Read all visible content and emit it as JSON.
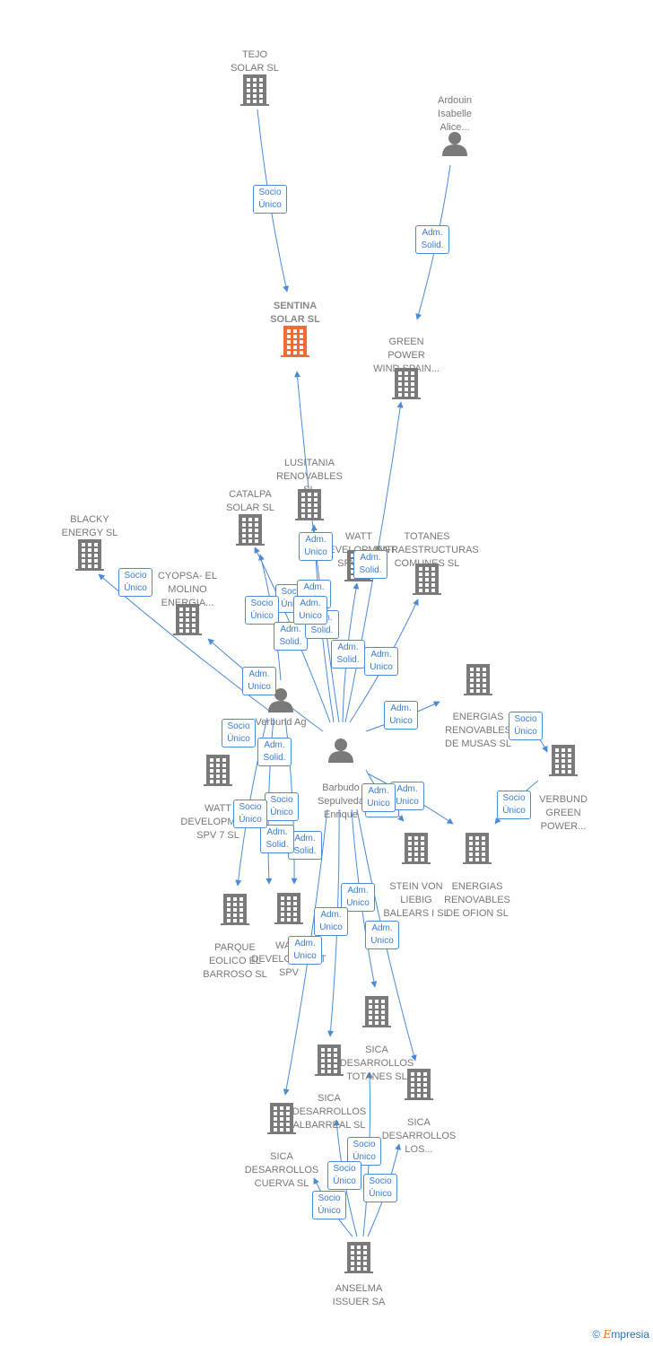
{
  "nodes": [
    {
      "id": "tejo",
      "label": "TEJO\nSOLAR  SL",
      "type": "company"
    },
    {
      "id": "ardouin",
      "label": "Ardouin\nIsabelle\nAlice...",
      "type": "person"
    },
    {
      "id": "sentina",
      "label": "SENTINA\nSOLAR  SL",
      "type": "company",
      "focus": true
    },
    {
      "id": "green",
      "label": "GREEN\nPOWER\nWIND SPAIN...",
      "type": "company"
    },
    {
      "id": "lusitania",
      "label": "LUSITANIA\nRENOVABLES\nSL",
      "type": "company"
    },
    {
      "id": "catalpa",
      "label": "CATALPA\nSOLAR  SL",
      "type": "company"
    },
    {
      "id": "blacky",
      "label": "BLACKY\nENERGY  SL",
      "type": "company"
    },
    {
      "id": "watt5",
      "label": "WATT\nDEVELOPMENT\nSPV 5  SL",
      "type": "company"
    },
    {
      "id": "totanes_inf",
      "label": "TOTANES\nINFRAESTRUCTURAS\nCOMUNES  SL",
      "type": "company"
    },
    {
      "id": "cyopsa",
      "label": "CYOPSA- EL\nMOLINO\nENERGIA...",
      "type": "company"
    },
    {
      "id": "verbund_ag",
      "label": "Verbund Ag",
      "type": "person"
    },
    {
      "id": "musas",
      "label": "ENERGIAS\nRENOVABLES\nDE MUSAS  SL",
      "type": "company"
    },
    {
      "id": "barbudo",
      "label": "Barbudo\nSepulveda\nEnrique",
      "type": "person"
    },
    {
      "id": "verbund_gp",
      "label": "VERBUND\nGREEN\nPOWER...",
      "type": "company"
    },
    {
      "id": "watt7",
      "label": "WATT\nDEVELOPMENT\nSPV 7  SL",
      "type": "company"
    },
    {
      "id": "stein",
      "label": "STEIN VON\nLIEBIG\nBALEARS I SL",
      "type": "company"
    },
    {
      "id": "ofion",
      "label": "ENERGIAS\nRENOVABLES\nDE OFION  SL",
      "type": "company"
    },
    {
      "id": "parque",
      "label": "PARQUE\nEOLICO EL\nBARROSO  SL",
      "type": "company"
    },
    {
      "id": "watt_spv",
      "label": "WATT\nDEVELOPMENT\nSPV",
      "type": "company"
    },
    {
      "id": "sica_tot",
      "label": "SICA\nDESARROLLOS\nTOTANES  SL",
      "type": "company"
    },
    {
      "id": "sica_alb",
      "label": "SICA\nDESARROLLOS\nALBARREAL SL",
      "type": "company"
    },
    {
      "id": "sica_los",
      "label": "SICA\nDESARROLLOS\nLOS...",
      "type": "company"
    },
    {
      "id": "sica_cue",
      "label": "SICA\nDESARROLLOS\nCUERVA SL",
      "type": "company"
    },
    {
      "id": "anselma",
      "label": "ANSELMA\nISSUER SA",
      "type": "company"
    }
  ],
  "edges": [
    {
      "from": "tejo",
      "to": "sentina",
      "label": "Socio\nÚnico"
    },
    {
      "from": "ardouin",
      "to": "green",
      "label": "Adm.\nSolid."
    },
    {
      "from": "barbudo",
      "to": "sentina",
      "label": "Adm.\nUnico"
    },
    {
      "from": "barbudo",
      "to": "green",
      "label": "Adm.\nSolid."
    },
    {
      "from": "barbudo",
      "to": "lusitania",
      "label": "Socio\nÚnico"
    },
    {
      "from": "barbudo",
      "to": "catalpa",
      "label": "Socio\nÚnico"
    },
    {
      "from": "barbudo",
      "to": "watt5",
      "label": "Adm.\nSolid."
    },
    {
      "from": "barbudo",
      "to": "totanes_inf",
      "label": "Adm.\nUnico"
    },
    {
      "from": "barbudo",
      "to": "cyopsa",
      "label": "Adm.\nUnico"
    },
    {
      "from": "barbudo",
      "to": "musas",
      "label": "Adm.\nUnico"
    },
    {
      "from": "barbudo",
      "to": "stein",
      "label": "Adm.\nUnico"
    },
    {
      "from": "barbudo",
      "to": "ofion",
      "label": "Adm.\nUnico"
    },
    {
      "from": "barbudo",
      "to": "sica_tot",
      "label": "Adm.\nUnico"
    },
    {
      "from": "barbudo",
      "to": "sica_alb",
      "label": "Adm.\nUnico"
    },
    {
      "from": "barbudo",
      "to": "sica_los",
      "label": "Adm.\nUnico"
    },
    {
      "from": "barbudo",
      "to": "sica_cue",
      "label": "Adm.\nUnico"
    },
    {
      "from": "verbund_ag",
      "to": "blacky",
      "label": "Socio\nÚnico"
    },
    {
      "from": "verbund_ag",
      "to": "catalpa",
      "label": "Adm.\nSolid."
    },
    {
      "from": "verbund_ag",
      "to": "parque",
      "label": "Socio\nÚnico"
    },
    {
      "from": "verbund_ag",
      "to": "watt_spv",
      "label": "Adm.\nSolid."
    },
    {
      "from": "verbund_ag",
      "to": "watt7",
      "label": "Socio\nÚnico"
    },
    {
      "from": "musas",
      "to": "verbund_gp",
      "label": "Socio\nÚnico"
    },
    {
      "from": "verbund_gp",
      "to": "ofion",
      "label": "Socio\nÚnico"
    },
    {
      "from": "anselma",
      "to": "sica_tot",
      "label": "Socio\nÚnico"
    },
    {
      "from": "anselma",
      "to": "sica_alb",
      "label": "Socio\nÚnico"
    },
    {
      "from": "anselma",
      "to": "sica_los",
      "label": "Socio\nÚnico"
    },
    {
      "from": "anselma",
      "to": "sica_cue",
      "label": "Socio\nÚnico"
    }
  ],
  "extra_labels": [
    "Adm.\nSolid.",
    "Adm.\nSolid.",
    "Adm.\nSolid.",
    "Adm.\nUnico",
    "Socio\nÚnico",
    "Adm.\nUnico",
    "Adm.\nUnico"
  ],
  "footer": {
    "copyright": "©",
    "brand_initial": "E",
    "brand_rest": "mpresia"
  },
  "colors": {
    "edge": "#4a8ad8",
    "icon": "#7a7a7a",
    "focus_icon": "#f26a35",
    "label_border": "#4a8ad8"
  }
}
